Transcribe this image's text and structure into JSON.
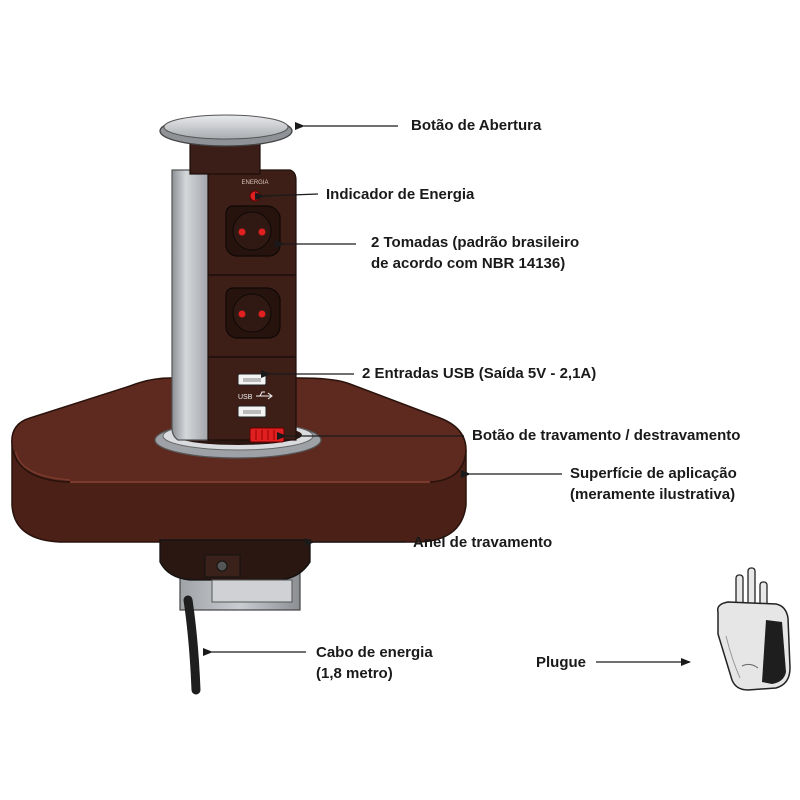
{
  "colors": {
    "table_top": "#5e2a1f",
    "table_edge": "#4a2017",
    "aluminium": "#b9bcc0",
    "panel": "#3e1f18",
    "accent_red": "#e02020",
    "label_text": "#1a1a1a"
  },
  "device": {
    "led_caption": "ENERGIA",
    "usb_caption": "USB"
  },
  "callouts": {
    "open_button": {
      "lines": [
        "Botão de Abertura"
      ]
    },
    "power_indicator": {
      "lines": [
        "Indicador de Energia"
      ]
    },
    "sockets": {
      "lines": [
        "2 Tomadas (padrão brasileiro",
        "de acordo com NBR 14136)"
      ]
    },
    "usb_ports": {
      "lines": [
        "2 Entradas USB (Saída 5V - 2,1A)"
      ]
    },
    "lock_button": {
      "lines": [
        "Botão de travamento / destravamento"
      ]
    },
    "surface": {
      "lines": [
        "Superfície de aplicação",
        "(meramente ilustrativa)"
      ]
    },
    "lock_ring": {
      "lines": [
        "Anel de travamento"
      ]
    },
    "power_cable": {
      "lines": [
        "Cabo de energia",
        "(1,8 metro)"
      ]
    },
    "plug": {
      "lines": [
        "Plugue"
      ]
    }
  }
}
